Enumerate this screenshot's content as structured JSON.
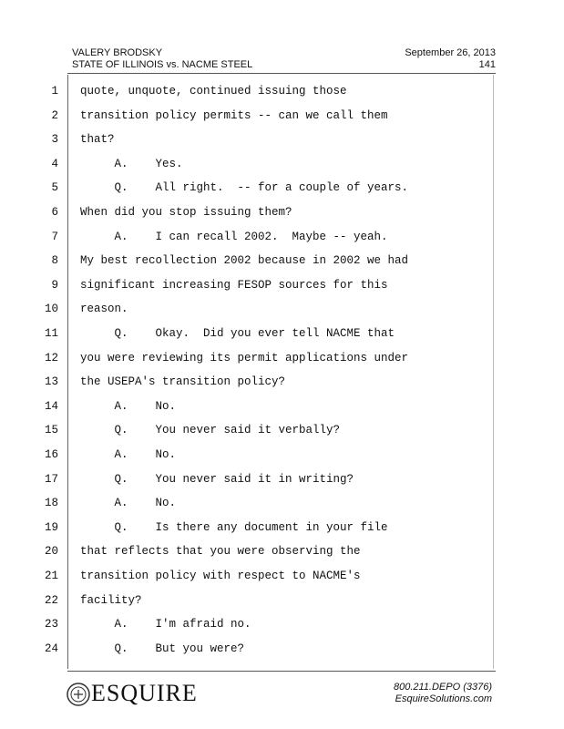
{
  "header": {
    "witness": "VALERY BRODSKY",
    "case": "STATE OF ILLINOIS vs. NACME STEEL",
    "date": "September 26, 2013",
    "page": "141"
  },
  "lines": [
    {
      "n": "1",
      "t": "quote, unquote, continued issuing those"
    },
    {
      "n": "2",
      "t": "transition policy permits -- can we call them"
    },
    {
      "n": "3",
      "t": "that?"
    },
    {
      "n": "4",
      "t": "     A.    Yes."
    },
    {
      "n": "5",
      "t": "     Q.    All right.  -- for a couple of years."
    },
    {
      "n": "6",
      "t": "When did you stop issuing them?"
    },
    {
      "n": "7",
      "t": "     A.    I can recall 2002.  Maybe -- yeah."
    },
    {
      "n": "8",
      "t": "My best recollection 2002 because in 2002 we had"
    },
    {
      "n": "9",
      "t": "significant increasing FESOP sources for this"
    },
    {
      "n": "10",
      "t": "reason."
    },
    {
      "n": "11",
      "t": "     Q.    Okay.  Did you ever tell NACME that"
    },
    {
      "n": "12",
      "t": "you were reviewing its permit applications under"
    },
    {
      "n": "13",
      "t": "the USEPA's transition policy?"
    },
    {
      "n": "14",
      "t": "     A.    No."
    },
    {
      "n": "15",
      "t": "     Q.    You never said it verbally?"
    },
    {
      "n": "16",
      "t": "     A.    No."
    },
    {
      "n": "17",
      "t": "     Q.    You never said it in writing?"
    },
    {
      "n": "18",
      "t": "     A.    No."
    },
    {
      "n": "19",
      "t": "     Q.    Is there any document in your file"
    },
    {
      "n": "20",
      "t": "that reflects that you were observing the"
    },
    {
      "n": "21",
      "t": "transition policy with respect to NACME's"
    },
    {
      "n": "22",
      "t": "facility?"
    },
    {
      "n": "23",
      "t": "     A.    I'm afraid no."
    },
    {
      "n": "24",
      "t": "     Q.    But you were?"
    }
  ],
  "footer": {
    "logo": "ESQUIRE",
    "phone": "800.211.DEPO (3376)",
    "site": "EsquireSolutions.com"
  }
}
